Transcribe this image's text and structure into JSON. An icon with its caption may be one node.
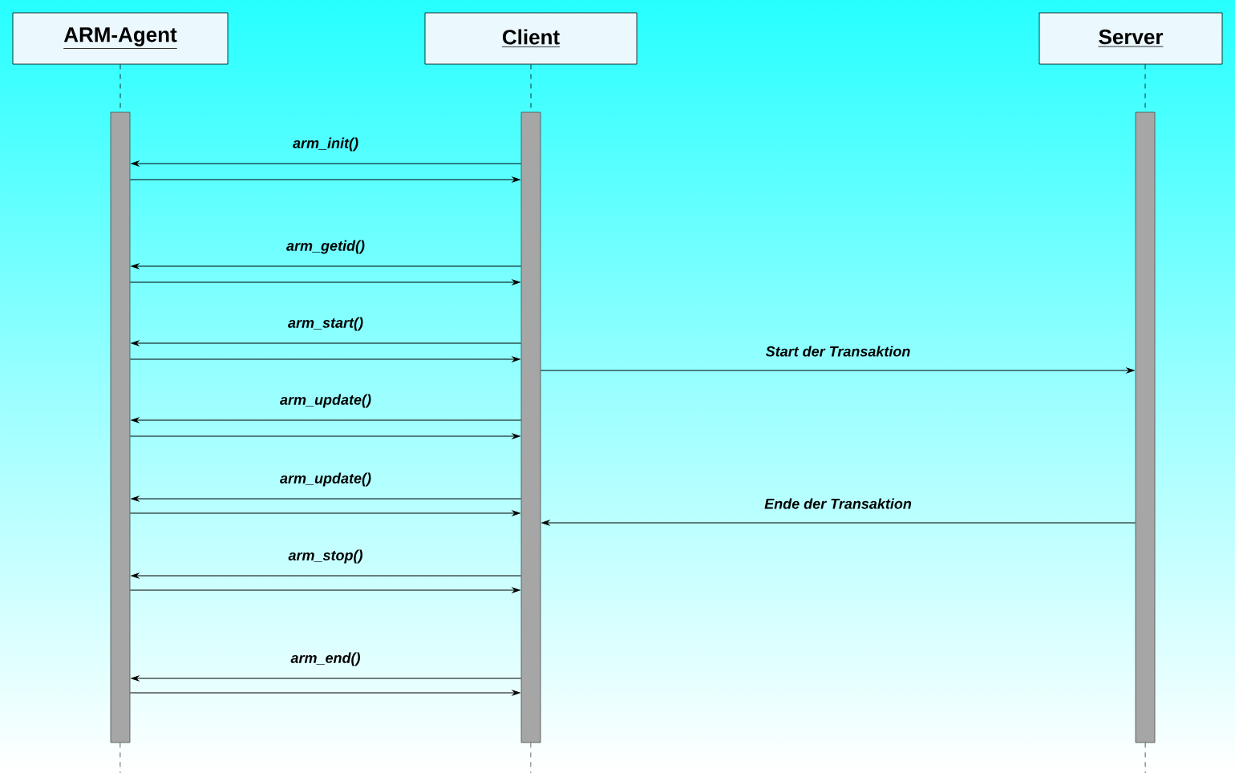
{
  "diagram": {
    "nodes": [
      {
        "text": [
          "ARM-Agent"
        ]
      },
      {
        "text": [
          "Client"
        ]
      },
      {
        "text": [
          "Server"
        ]
      },
      {
        "text": [],
        "shape": "bar"
      },
      {
        "text": [],
        "shape": "bar"
      },
      {
        "text": [],
        "shape": "bar"
      }
    ],
    "edges": [
      {
        "from": 0,
        "to": 3,
        "arrow": "none",
        "style": "dashed"
      },
      {
        "from": 3,
        "to": null,
        "arrow": "none",
        "style": "dashed"
      },
      {
        "from": 1,
        "to": 4,
        "arrow": "none",
        "style": "dashed"
      },
      {
        "from": 4,
        "to": null,
        "arrow": "none",
        "style": "dashed"
      },
      {
        "from": 2,
        "to": 5,
        "arrow": "none",
        "style": "dashed"
      },
      {
        "from": 5,
        "to": null,
        "arrow": "none",
        "style": "dashed"
      },
      {
        "from": 4,
        "to": 3,
        "arrow": "to",
        "label": "arm_init()"
      },
      {
        "from": 3,
        "to": 4,
        "arrow": "to"
      },
      {
        "from": 4,
        "to": 3,
        "arrow": "to",
        "label": "arm_getid()"
      },
      {
        "from": 3,
        "to": 4,
        "arrow": "to"
      },
      {
        "from": 4,
        "to": 3,
        "arrow": "to",
        "label": "arm_start()"
      },
      {
        "from": 3,
        "to": 4,
        "arrow": "to"
      },
      {
        "from": 4,
        "to": 5,
        "arrow": "to",
        "label": "Start der Transaktion"
      },
      {
        "from": 4,
        "to": 3,
        "arrow": "to",
        "label": "arm_update()"
      },
      {
        "from": 3,
        "to": 4,
        "arrow": "to"
      },
      {
        "from": 4,
        "to": 3,
        "arrow": "to",
        "label": "arm_update()"
      },
      {
        "from": 3,
        "to": 4,
        "arrow": "to"
      },
      {
        "from": 5,
        "to": 4,
        "arrow": "to",
        "label": "Ende der Transaktion"
      },
      {
        "from": 4,
        "to": 3,
        "arrow": "to",
        "label": "arm_stop()"
      },
      {
        "from": 3,
        "to": 4,
        "arrow": "to"
      },
      {
        "from": 4,
        "to": 3,
        "arrow": "to",
        "label": "arm_end()"
      },
      {
        "from": 3,
        "to": 4,
        "arrow": "to"
      }
    ]
  }
}
